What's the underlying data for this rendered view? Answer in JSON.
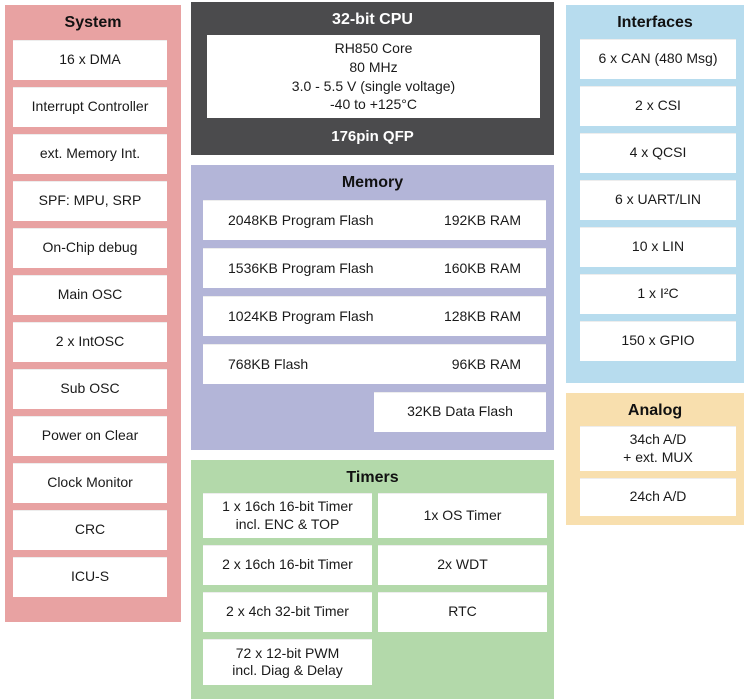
{
  "system": {
    "title": "System",
    "items": [
      "16 x DMA",
      "Interrupt Controller",
      "ext. Memory Int.",
      "SPF: MPU, SRP",
      "On-Chip debug",
      "Main OSC",
      "2 x IntOSC",
      "Sub OSC",
      "Power on Clear",
      "Clock Monitor",
      "CRC",
      "ICU-S"
    ]
  },
  "cpu": {
    "title": "32-bit CPU",
    "core": "RH850 Core\n80 MHz\n3.0 - 5.5 V (single voltage)\n-40 to +125°C",
    "package": "176pin QFP"
  },
  "memory": {
    "title": "Memory",
    "rows": [
      {
        "left": "2048KB Program Flash",
        "right": "192KB RAM"
      },
      {
        "left": "1536KB Program Flash",
        "right": "160KB RAM"
      },
      {
        "left": "1024KB Program Flash",
        "right": "128KB RAM"
      },
      {
        "left": "768KB Flash",
        "right": "96KB RAM"
      }
    ],
    "data_flash": "32KB Data Flash"
  },
  "timers": {
    "title": "Timers",
    "rows": [
      {
        "left": "1 x 16ch 16-bit Timer\nincl. ENC & TOP",
        "right": "1x OS Timer"
      },
      {
        "left": "2 x 16ch 16-bit Timer",
        "right": "2x WDT"
      },
      {
        "left": "2 x 4ch 32-bit Timer",
        "right": "RTC"
      }
    ],
    "pwm": "72 x 12-bit PWM\nincl. Diag & Delay"
  },
  "interfaces": {
    "title": "Interfaces",
    "items": [
      "6 x CAN (480 Msg)",
      "2 x CSI",
      "4 x QCSI",
      "6 x UART/LIN",
      "10 x LIN",
      "1 x I²C",
      "150 x GPIO"
    ]
  },
  "analog": {
    "title": "Analog",
    "items": [
      "34ch A/D\n+ ext. MUX",
      "24ch A/D"
    ]
  },
  "colors": {
    "system_bg": "#e8a2a2",
    "cpu_bg": "#4b4b4d",
    "memory_bg": "#b3b5d8",
    "timers_bg": "#b3d9aa",
    "interfaces_bg": "#b7dcee",
    "analog_bg": "#f8dfae",
    "cell_bg": "#ffffff",
    "text": "#1a1a1a",
    "cpu_text": "#ffffff"
  }
}
